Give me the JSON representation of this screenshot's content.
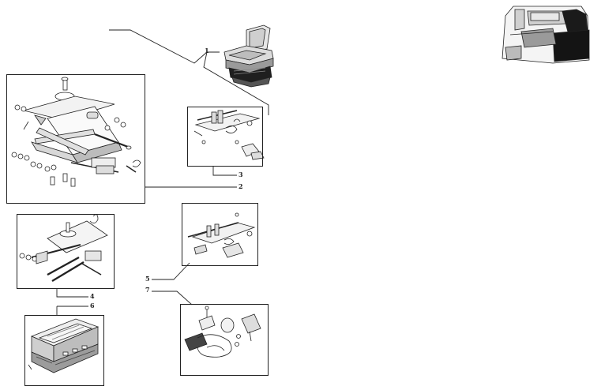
{
  "diagram": {
    "callouts": [
      {
        "id": "1",
        "label": "1"
      },
      {
        "id": "2",
        "label": "2"
      },
      {
        "id": "3",
        "label": "3"
      },
      {
        "id": "4",
        "label": "4"
      },
      {
        "id": "5",
        "label": "5"
      },
      {
        "id": "6",
        "label": "6"
      },
      {
        "id": "7",
        "label": "7"
      }
    ],
    "colors": {
      "line": "#222222",
      "fill_dark": "#1a1a1a",
      "fill_light": "#eeeeee"
    }
  }
}
